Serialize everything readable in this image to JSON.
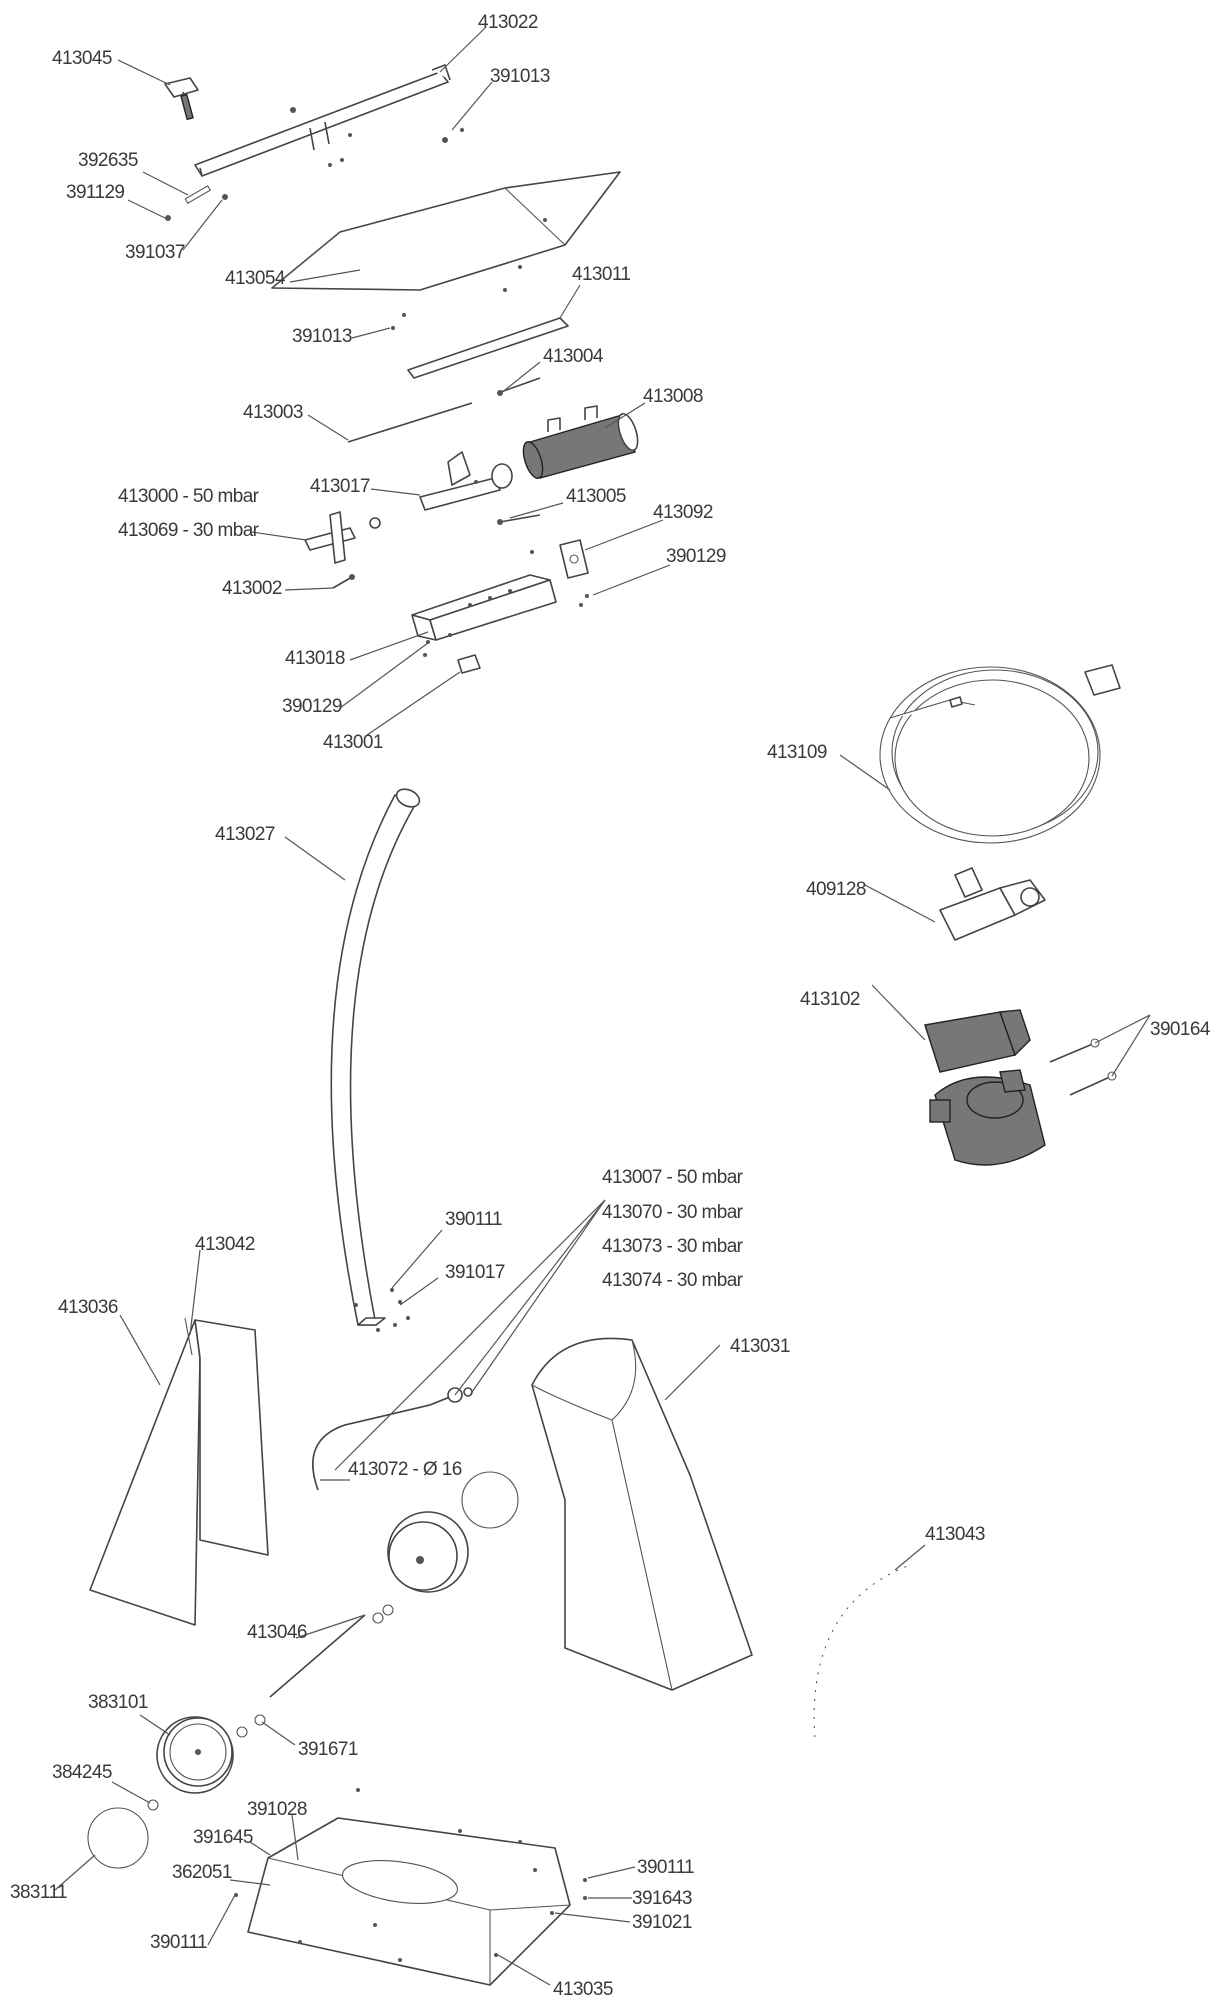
{
  "labels": {
    "p413045": "413045",
    "p413022": "413022",
    "p391013a": "391013",
    "p392635": "392635",
    "p391129": "391129",
    "p391037": "391037",
    "p413054": "413054",
    "p413011": "413011",
    "p391013b": "391013",
    "p413004": "413004",
    "p413003": "413003",
    "p413008": "413008",
    "p413017": "413017",
    "p413000": "413000 - 50 mbar",
    "p413069": "413069 - 30 mbar",
    "p413005": "413005",
    "p413092": "413092",
    "p390129a": "390129",
    "p413002": "413002",
    "p413018": "413018",
    "p390129b": "390129",
    "p413001": "413001",
    "p413109": "413109",
    "p409128": "409128",
    "p413102": "413102",
    "p390164": "390164",
    "p413027": "413027",
    "p413007": "413007 - 50 mbar",
    "p413070": "413070 - 30 mbar",
    "p413073": "413073 - 30 mbar",
    "p413074": "413074 - 30 mbar",
    "p390111a": "390111",
    "p391017": "391017",
    "p413042": "413042",
    "p413036": "413036",
    "p413031": "413031",
    "p413072": "413072 - Ø 16",
    "p413043": "413043",
    "p413046": "413046",
    "p383101": "383101",
    "p391671": "391671",
    "p384245": "384245",
    "p391028": "391028",
    "p391645": "391645",
    "p362051": "362051",
    "p383111": "383111",
    "p390111b": "390111",
    "p390111c": "390111",
    "p391643": "391643",
    "p391021": "391021",
    "p413035": "413035"
  }
}
